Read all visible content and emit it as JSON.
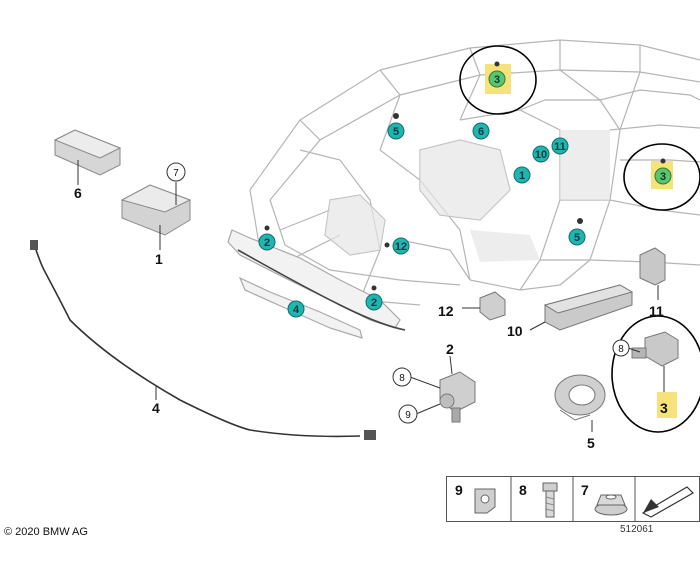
{
  "copyright": "© 2020 BMW AG",
  "diagram_number": "512061",
  "part_labels": {
    "p1": "1",
    "p2": "2",
    "p3": "3",
    "p4": "4",
    "p5": "5",
    "p6": "6",
    "p10": "10",
    "p11": "11",
    "p12": "12"
  },
  "callouts": {
    "c7": "7",
    "c8": "8",
    "c9": "9",
    "c8b": "8"
  },
  "car_tags": {
    "t3a": "3",
    "t3b": "3",
    "t5a": "5",
    "t6": "6",
    "t10": "10",
    "t11": "11",
    "t1": "1",
    "t5b": "5",
    "t2a": "2",
    "t12": "12",
    "t4": "4",
    "t2b": "2"
  },
  "legend": {
    "n9": "9",
    "n8": "8",
    "n7": "7"
  },
  "colors": {
    "tag_fill": "#1fb5b0",
    "highlight_fill": "#f5e27a",
    "highlight_tag": "#5cc46a",
    "frame_line": "#b9b9b9"
  }
}
